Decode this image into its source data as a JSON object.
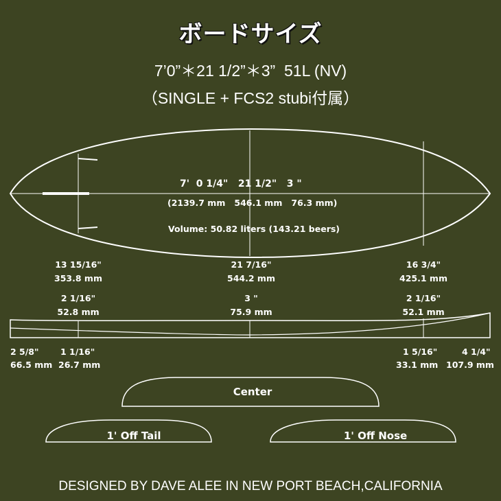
{
  "header": {
    "title": "ボードサイズ",
    "spec_main": "7’0”＊21 1/2”＊3”  51L (NV)",
    "spec_fins": "（SINGLE + FCS2 stubi付属）"
  },
  "top_view": {
    "dims_imperial": "7'  0 1/4\"   21 1/2\"   3 \"",
    "dims_metric": "(2139.7 mm   546.1 mm   76.3 mm)",
    "volume": "Volume: 50.82 liters (143.21 beers)"
  },
  "widths": {
    "tail": {
      "imperial": "13 15/16\"",
      "metric": "353.8 mm"
    },
    "center": {
      "imperial": "21 7/16\"",
      "metric": "544.2 mm"
    },
    "nose": {
      "imperial": "16 3/4\"",
      "metric": "425.1 mm"
    }
  },
  "thickness": {
    "tail": {
      "imperial": "2 1/16\"",
      "metric": "52.8 mm"
    },
    "center": {
      "imperial": "3 \"",
      "metric": "75.9 mm"
    },
    "nose": {
      "imperial": "2 1/16\"",
      "metric": "52.1 mm"
    }
  },
  "rocker": {
    "tail_end": {
      "imperial": "2 5/8\"",
      "metric": "66.5 mm"
    },
    "tail_1ft": {
      "imperial": "1 1/16\"",
      "metric": "26.7 mm"
    },
    "nose_1ft": {
      "imperial": "1 5/16\"",
      "metric": "33.1 mm"
    },
    "nose_end": {
      "imperial": "4 1/4\"",
      "metric": "107.9 mm"
    }
  },
  "sections": {
    "center": "Center",
    "tail": "1' Off Tail",
    "nose": "1' Off Nose"
  },
  "footer": "DESIGNED BY DAVE ALEE IN NEW PORT BEACH,CALIFORNIA",
  "colors": {
    "background": "#3d4422",
    "line": "#ffffff"
  }
}
